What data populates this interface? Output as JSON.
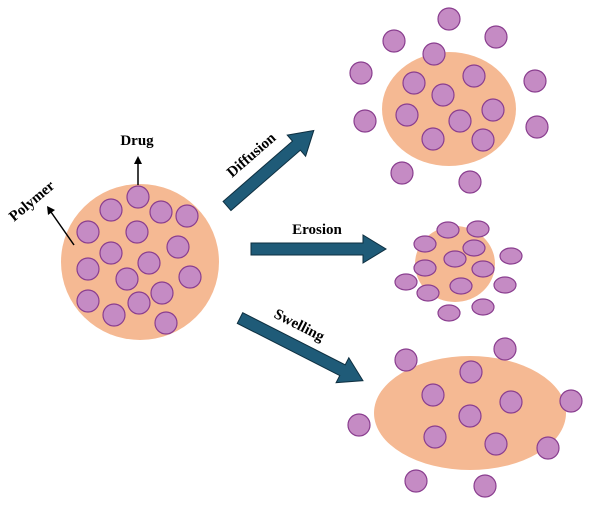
{
  "labels": {
    "drug": "Drug",
    "polymer": "Polymer",
    "diffusion": "Diffusion",
    "erosion": "Erosion",
    "swelling": "Swelling"
  },
  "colors": {
    "polymer_fill": "#F5B993",
    "drug_fill": "#C58BC4",
    "drug_stroke": "#8A3E8F",
    "arrow_fill": "#1F5B78",
    "arrow_stroke": "#0E2F40",
    "pointer": "#000000"
  }
}
